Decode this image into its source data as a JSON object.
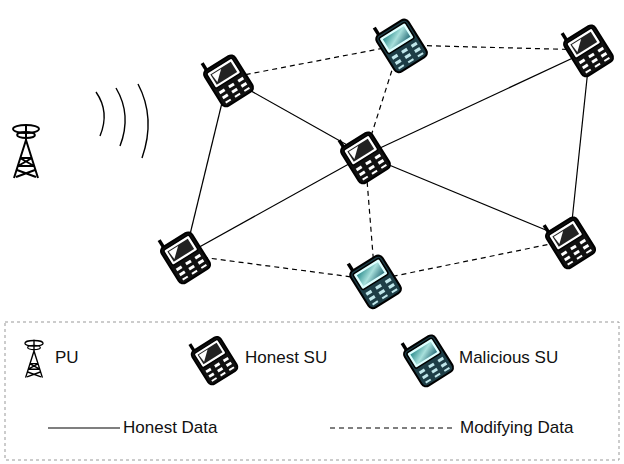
{
  "diagram": {
    "legend": [
      {
        "text": "PU"
      },
      {
        "text": "Honest SU"
      },
      {
        "text": "Malicious SU"
      },
      {
        "text": "Honest Data"
      },
      {
        "text": "Modifying Data"
      }
    ]
  }
}
